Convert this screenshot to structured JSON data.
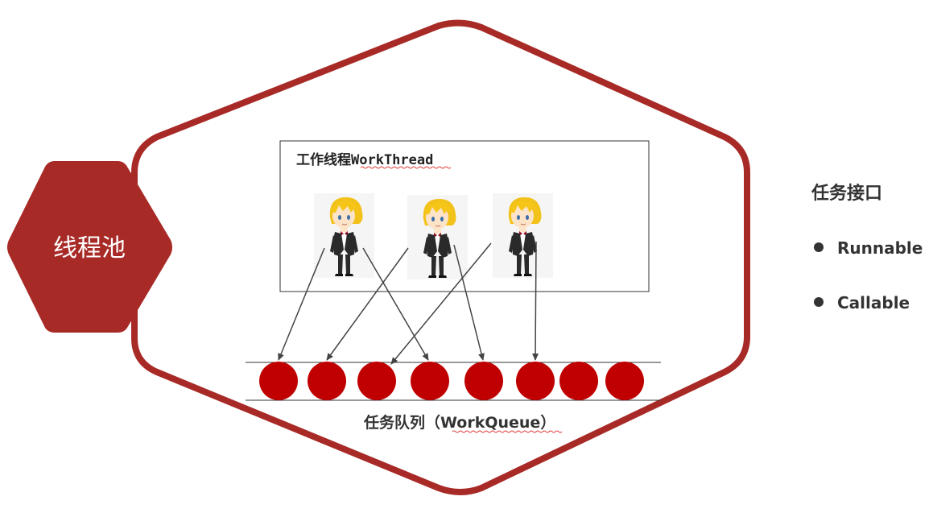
{
  "pool": {
    "label": "线程池"
  },
  "work_threads": {
    "title": "工作线程WorkThread",
    "worker_count": 3
  },
  "work_queue": {
    "label": "任务队列（WorkQueue）",
    "task_count": 8
  },
  "task_interfaces": {
    "title": "任务接口",
    "items": [
      "Runnable",
      "Callable"
    ]
  },
  "colors": {
    "pool_red": "#a82a27",
    "task_red": "#c00000",
    "text_dark": "#333333",
    "underline": "#e04040"
  }
}
